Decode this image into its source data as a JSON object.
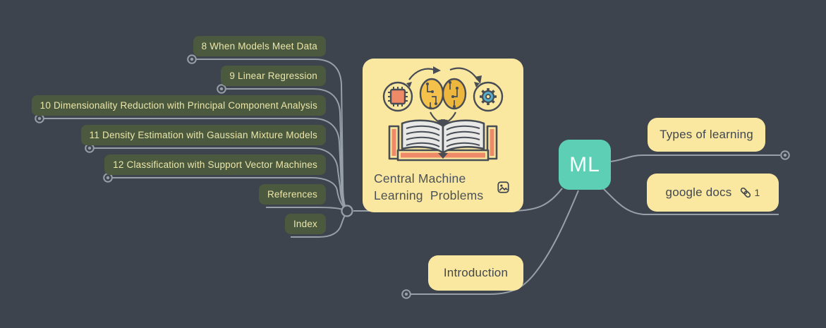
{
  "app": {
    "type": "mind-map"
  },
  "colors": {
    "background": "#3d444d",
    "connector": "#97a0a8",
    "chapter_bg": "#4b5a3e",
    "chapter_text": "#ece6aa",
    "topic_bg": "#fae8a1",
    "topic_text": "#42474f",
    "root_bg": "#5ccfb4",
    "root_text": "#ffffff",
    "card_title_text": "#4b515b"
  },
  "root": {
    "label": "ML"
  },
  "card": {
    "title": "Central Machine\nLearning  Problems",
    "image_icon": "image-icon",
    "illustration": "open-book-with-chip-brain-gear"
  },
  "chapters": {
    "items": [
      {
        "label": "8 When Models Meet Data"
      },
      {
        "label": "9 Linear Regression"
      },
      {
        "label": "10 Dimensionality Reduction with Principal Component Analysis"
      },
      {
        "label": "11 Density Estimation with Gaussian Mixture Models"
      },
      {
        "label": "12 Classification with Support Vector Machines"
      },
      {
        "label": "References"
      },
      {
        "label": "Index"
      }
    ]
  },
  "right": {
    "types": {
      "label": "Types of learning"
    },
    "gdocs": {
      "label": "google docs",
      "link_icon": "link-icon",
      "count": "1"
    },
    "intro": {
      "label": "Introduction"
    }
  }
}
